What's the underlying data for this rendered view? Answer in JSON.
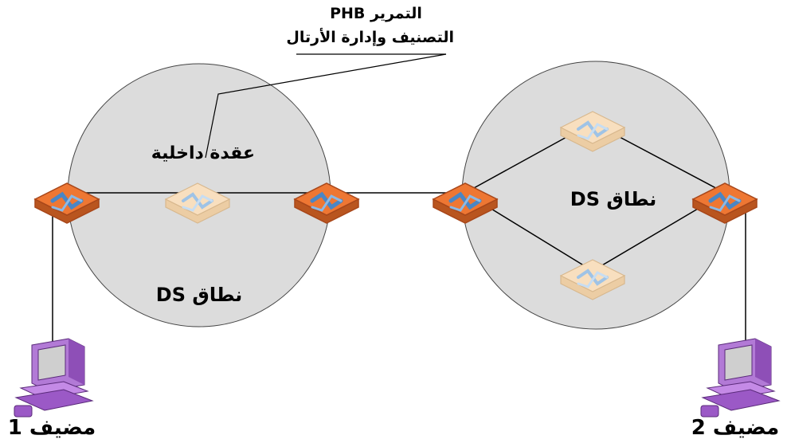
{
  "annotation": {
    "line1": "التمرير PHB",
    "line2": "التصنيف وإدارة الأرتال"
  },
  "labels": {
    "interior_node": "عقدة داخلية",
    "left_domain": "نطاق DS",
    "right_domain": "نطاق DS",
    "host1": "مضيف 1",
    "host2": "مضيف 2"
  },
  "colors": {
    "domain_fill": "#dcdcdc",
    "boundary_router": "#ee7733",
    "boundary_router_dark": "#a8471a",
    "interior_router": "#f8dfbf",
    "router_arrow": "#4a86c5",
    "computer_purple": "#9b59c6"
  },
  "icons": {
    "boundary_router": "router-icon",
    "interior_router": "router-icon",
    "host": "computer-icon"
  }
}
